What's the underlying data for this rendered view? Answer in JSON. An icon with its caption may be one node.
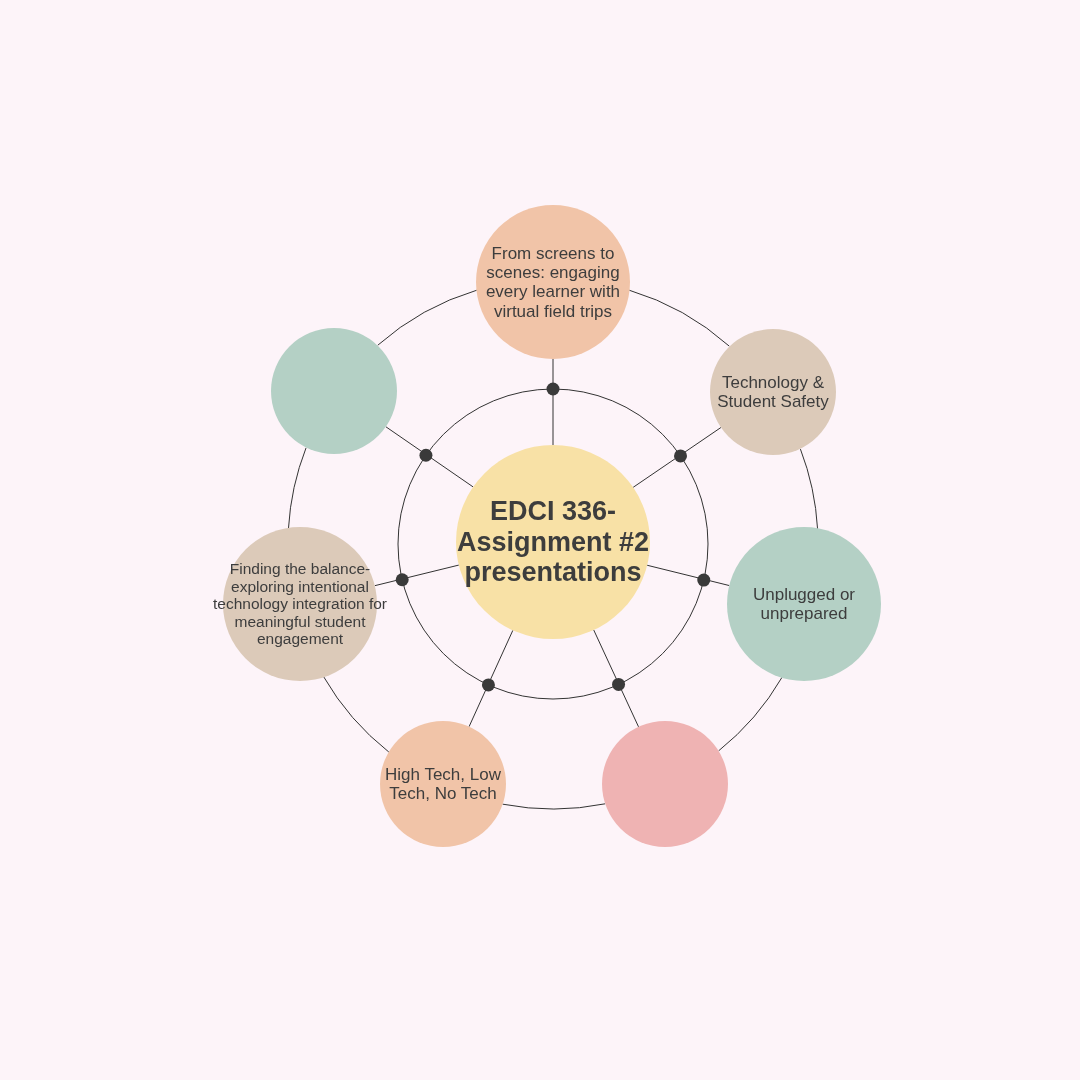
{
  "diagram": {
    "nodes": [
      {
        "text": [
          "EDCI 336- Assignment #2 presentations"
        ]
      },
      {
        "text": [
          "From screens to scenes: engaging every learner with virtual field trips"
        ]
      },
      {
        "text": [],
        "shape": "circle"
      },
      {
        "text": [
          "Technology & Student Safety"
        ]
      },
      {
        "text": [
          "Finding the balance- exploring intentional technology integration for meaningful student engagement"
        ]
      },
      {
        "text": [
          "Unplugged or unprepared"
        ]
      },
      {
        "text": [
          "High Tech, Low Tech, No Tech"
        ]
      },
      {
        "text": [],
        "shape": "circle"
      }
    ],
    "edges": [
      {
        "from": 0,
        "to": 1,
        "arrow": "none"
      },
      {
        "from": 0,
        "to": 3,
        "arrow": "none"
      },
      {
        "from": 0,
        "to": 5,
        "arrow": "none"
      },
      {
        "from": 0,
        "to": 7,
        "arrow": "none"
      },
      {
        "from": 0,
        "to": 6,
        "arrow": "none"
      },
      {
        "from": 0,
        "to": 4,
        "arrow": "none"
      },
      {
        "from": 0,
        "to": 2,
        "arrow": "none"
      },
      {
        "from": 1,
        "to": 3,
        "arrow": "none"
      },
      {
        "from": 3,
        "to": 5,
        "arrow": "none"
      },
      {
        "from": 5,
        "to": 7,
        "arrow": "none"
      },
      {
        "from": 7,
        "to": 6,
        "arrow": "none"
      },
      {
        "from": 6,
        "to": 4,
        "arrow": "none"
      },
      {
        "from": 4,
        "to": 2,
        "arrow": "none"
      },
      {
        "from": 2,
        "to": 1,
        "arrow": "none"
      }
    ]
  }
}
